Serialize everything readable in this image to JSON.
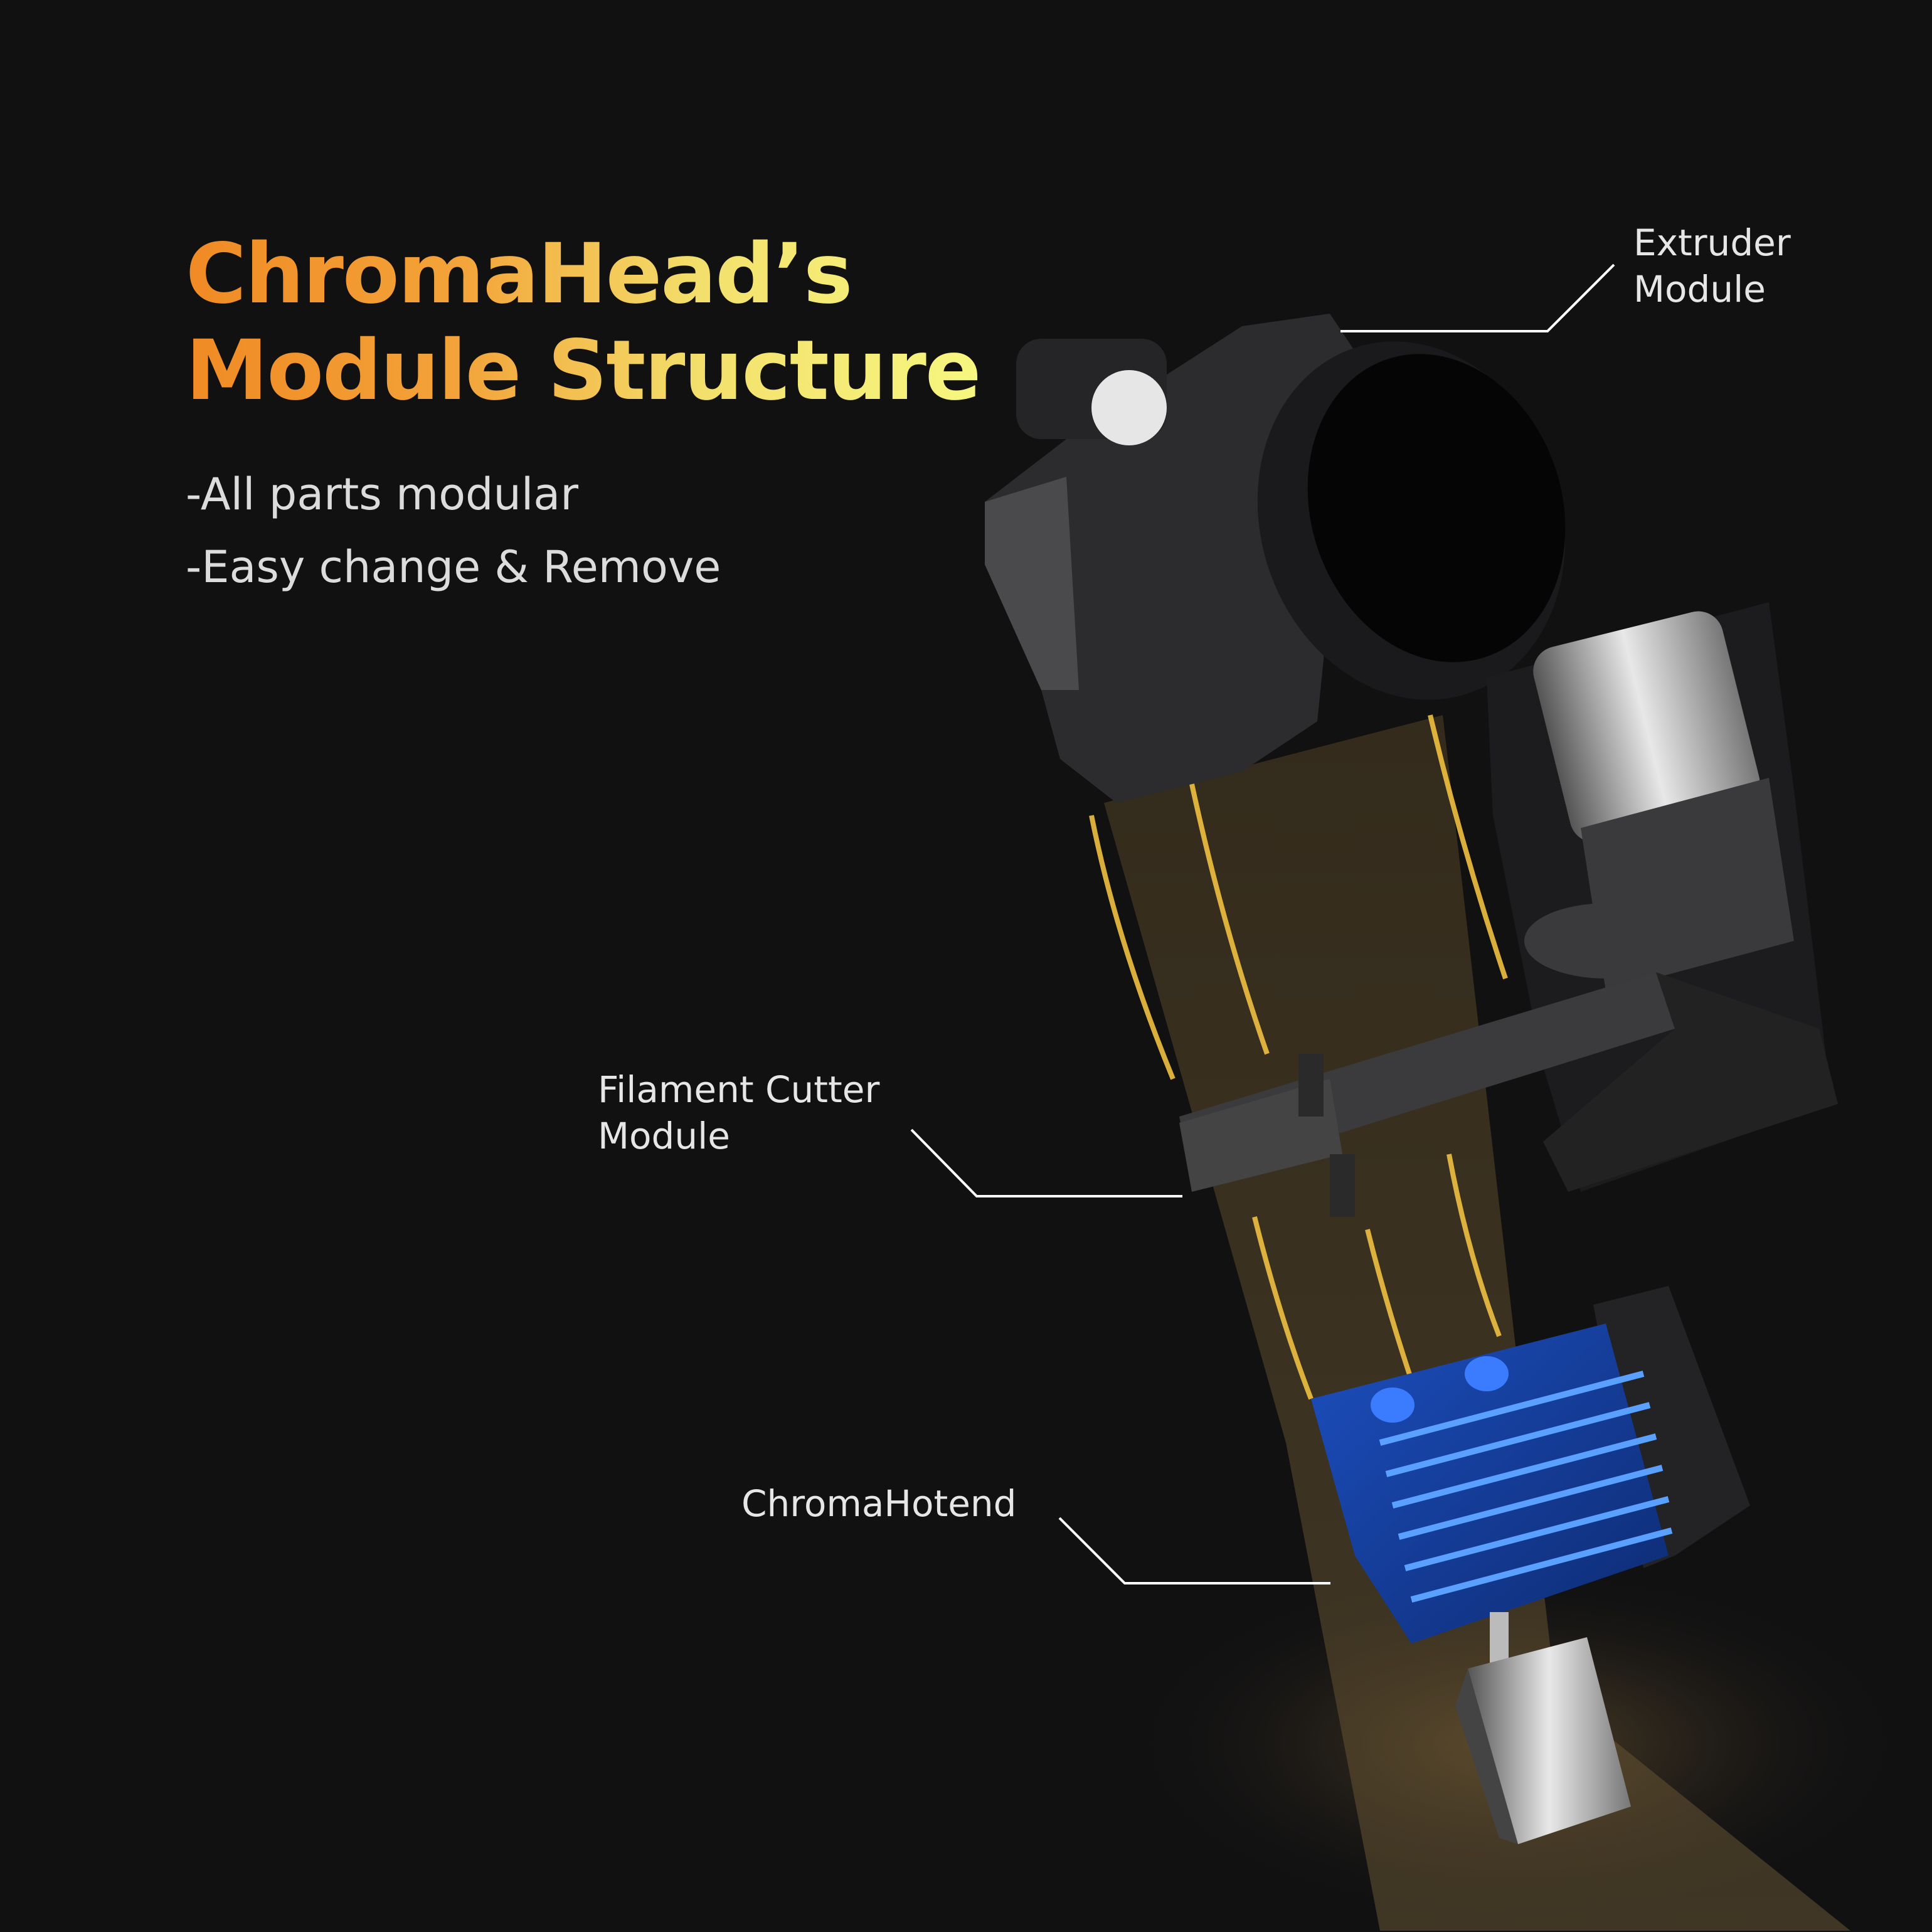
{
  "headline": {
    "line1": "ChromaHead’s",
    "line2": "Module Structure"
  },
  "features": [
    "-All parts modular",
    "-Easy change & Remove"
  ],
  "callouts": {
    "extruder": {
      "line1": "Extruder",
      "line2": "Module"
    },
    "cutter": {
      "line1": "Filament Cutter",
      "line2": "Module"
    },
    "hotend": {
      "line1": "ChromaHotend"
    }
  },
  "colors": {
    "background": "#111112",
    "title_start": "#f08a24",
    "title_end": "#f6f780",
    "heatsink": "#1f5fd6",
    "glow": "#e0b040"
  }
}
